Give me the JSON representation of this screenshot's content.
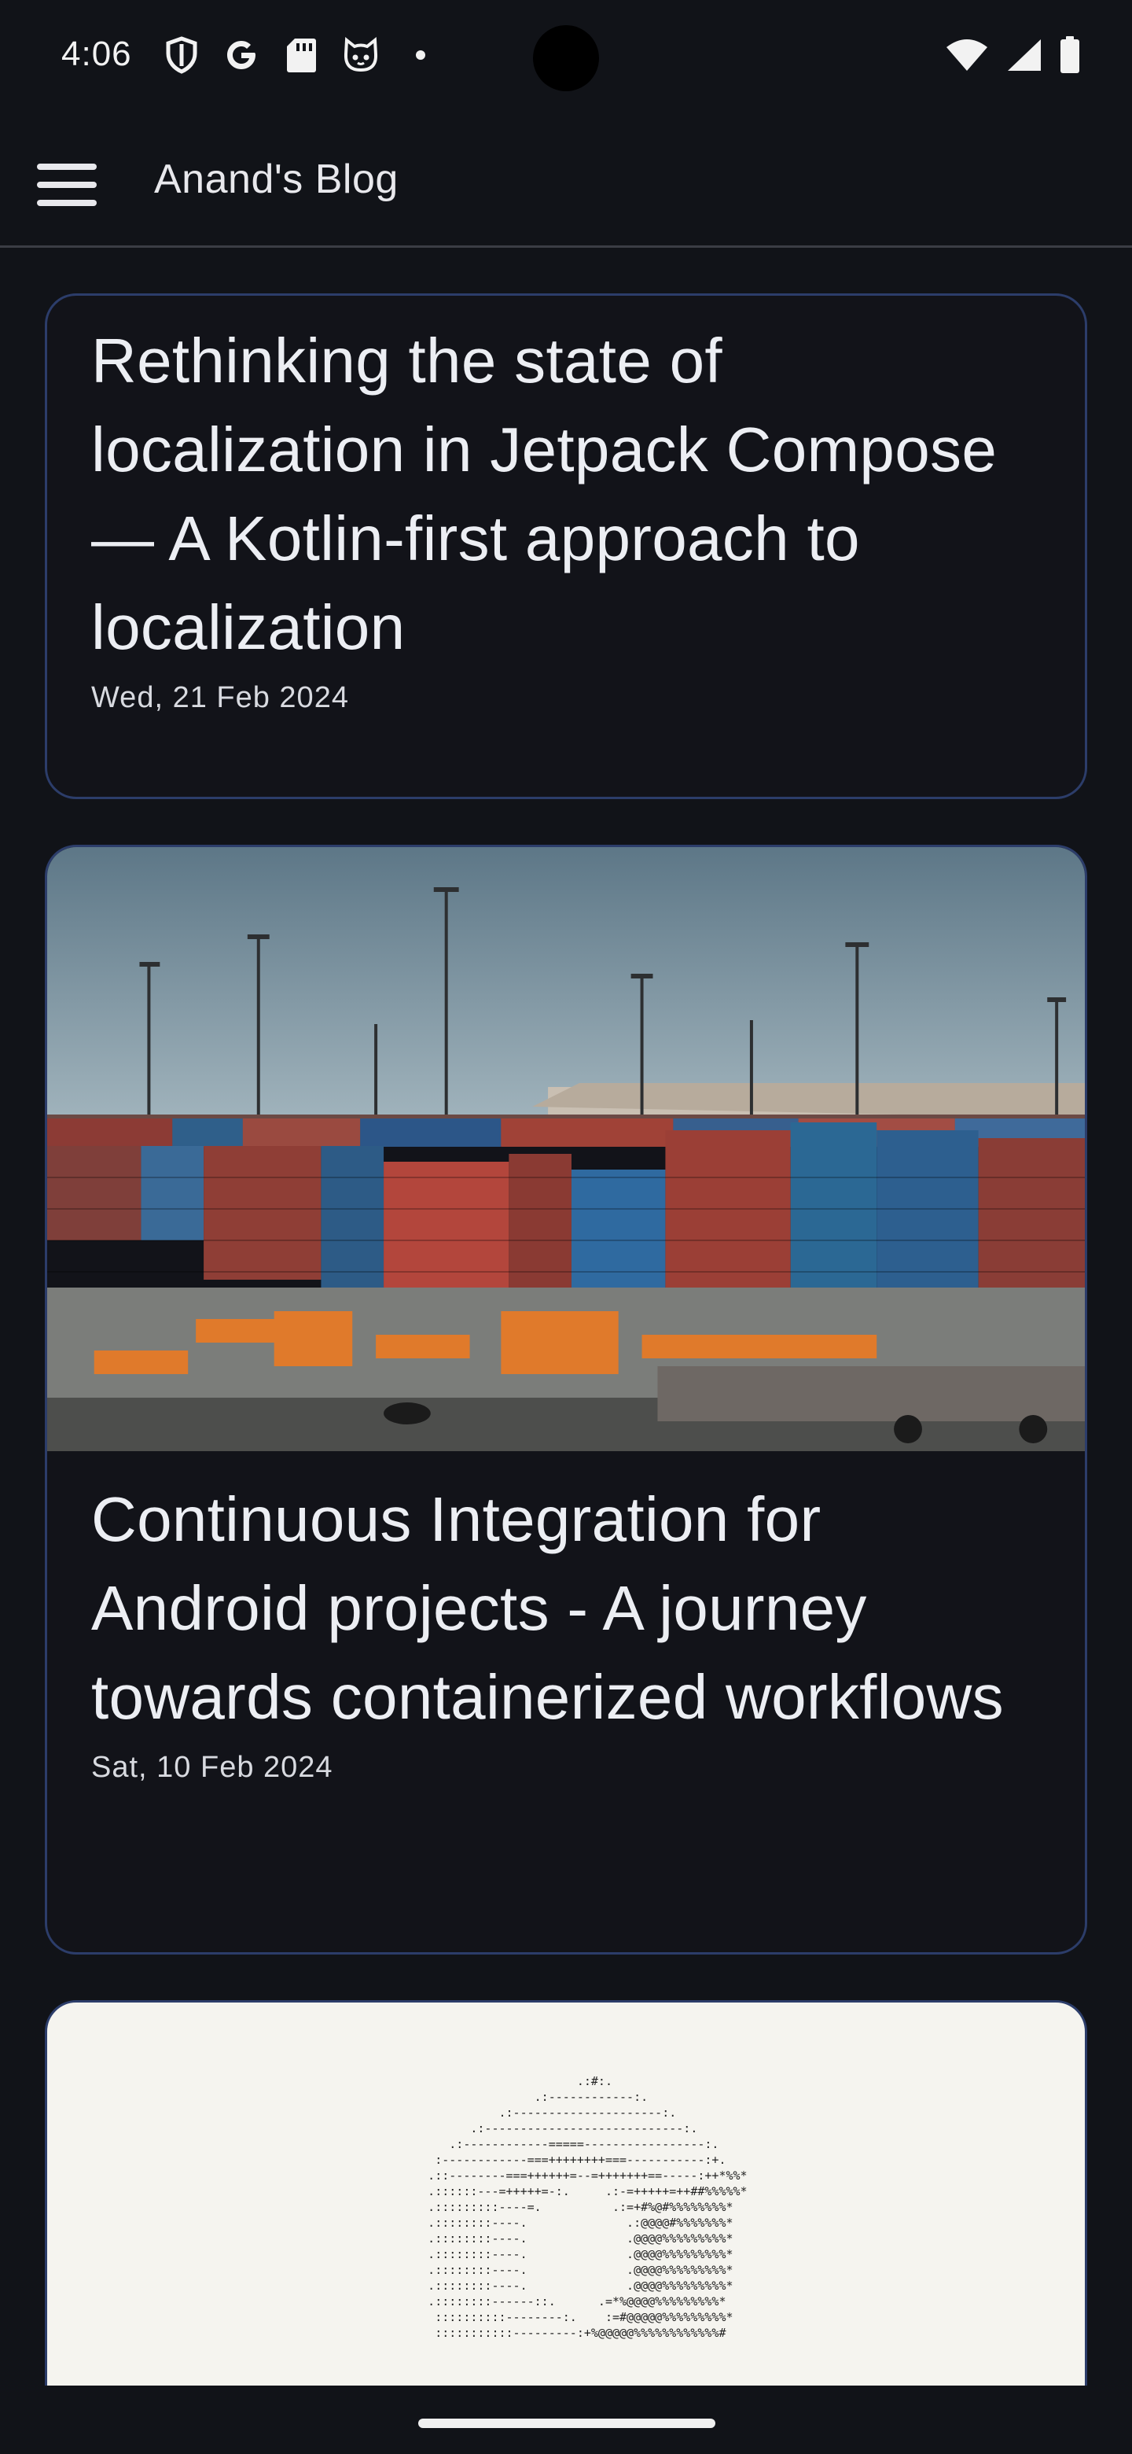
{
  "status_bar": {
    "time": "4:06",
    "left_icons": [
      "shield-icon",
      "google-icon",
      "sd-card-icon",
      "cat-face-icon",
      "dot-icon"
    ],
    "right_icons": [
      "wifi-icon",
      "signal-icon",
      "battery-icon"
    ]
  },
  "app_bar": {
    "menu_icon": "hamburger-menu-icon",
    "title": "Anand's Blog"
  },
  "posts": [
    {
      "title": "Rethinking the state of localization in Jetpack Compose — A Kotlin-first approach to localization",
      "date": "Wed, 21 Feb 2024",
      "has_image": false
    },
    {
      "title": "Continuous Integration for Android projects - A journey towards containerized workflows",
      "date": "Sat, 10 Feb 2024",
      "has_image": true,
      "image_description": "shipping-container-port-image"
    },
    {
      "title": "",
      "date": "",
      "has_image": true,
      "image_description": "ascii-art-image"
    }
  ],
  "colors": {
    "background": "#111318",
    "card_border": "#2c3d6a",
    "text_primary": "#eceef3"
  }
}
